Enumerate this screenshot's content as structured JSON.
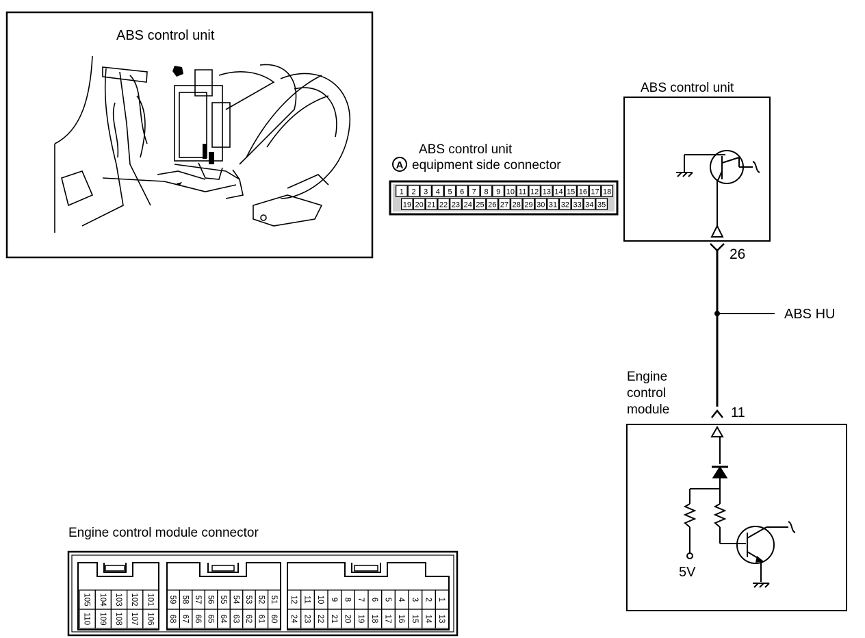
{
  "photo_panel": {
    "title": "ABS control unit"
  },
  "abs_connector": {
    "marker": "A",
    "title_line1": "ABS control unit",
    "title_line2": "equipment side connector",
    "top_row": [
      "1",
      "2",
      "3",
      "4",
      "5",
      "6",
      "7",
      "8",
      "9",
      "10",
      "11",
      "12",
      "13",
      "14",
      "15",
      "16",
      "17",
      "18"
    ],
    "bottom_row": [
      "19",
      "20",
      "21",
      "22",
      "23",
      "24",
      "25",
      "26",
      "27",
      "28",
      "29",
      "30",
      "31",
      "32",
      "33",
      "34",
      "35"
    ]
  },
  "schematic": {
    "abs_unit_label": "ABS control unit",
    "abs_pin": "26",
    "branch_label": "ABS HU",
    "ecm_label_lines": [
      "Engine",
      "control",
      "module"
    ],
    "ecm_pin": "11",
    "supply_label": "5V"
  },
  "ecm_connector": {
    "title": "Engine control module connector",
    "group1": {
      "top": [
        "105",
        "104",
        "103",
        "102",
        "101"
      ],
      "bottom": [
        "110",
        "109",
        "108",
        "107",
        "106"
      ]
    },
    "group2": {
      "top": [
        "59",
        "58",
        "57",
        "56",
        "55",
        "54",
        "53",
        "52",
        "51"
      ],
      "bottom": [
        "68",
        "67",
        "66",
        "65",
        "64",
        "63",
        "62",
        "61",
        "60"
      ]
    },
    "group3": {
      "top": [
        "12",
        "11",
        "10",
        "9",
        "8",
        "7",
        "6",
        "5",
        "4",
        "3",
        "2",
        "1"
      ],
      "bottom": [
        "24",
        "23",
        "22",
        "21",
        "20",
        "19",
        "18",
        "17",
        "16",
        "15",
        "14",
        "13"
      ]
    }
  }
}
